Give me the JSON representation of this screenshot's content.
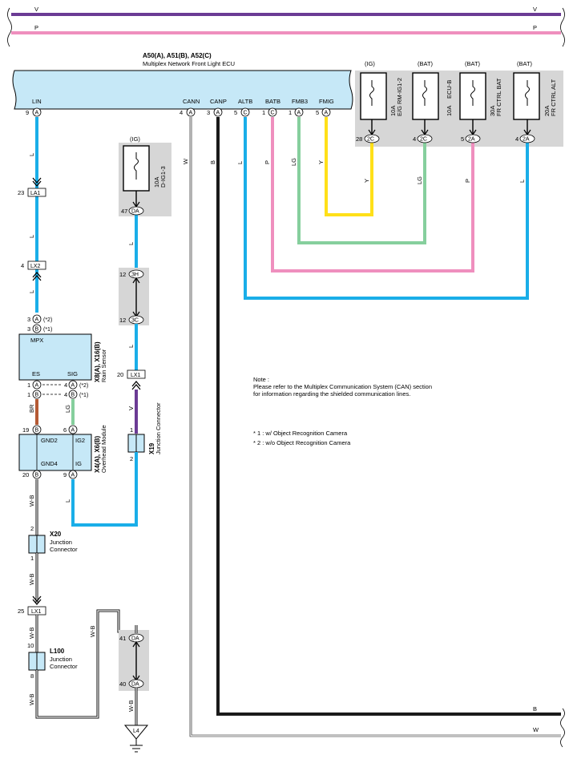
{
  "colors": {
    "violet": "#6b3b94",
    "pink": "#ef8fbe",
    "sky_blue": "#1aaee8",
    "yellow": "#ffe019",
    "light_green": "#86cf9d",
    "brown": "#b55a34",
    "black": "#1a1a1a",
    "ecu_fill": "#c6e8f7",
    "gray_box": "#d6d6d6"
  },
  "top_wires": {
    "v": "V",
    "p": "P"
  },
  "ecu": {
    "title": "A50(A), A51(B), A52(C)",
    "name": "Multiplex Network Front Light ECU",
    "pins": [
      {
        "label": "LIN",
        "num": "9",
        "conn": "A"
      },
      {
        "label": "CANN",
        "num": "4",
        "conn": "A"
      },
      {
        "label": "CANP",
        "num": "3",
        "conn": "A"
      },
      {
        "label": "ALTB",
        "num": "5",
        "conn": "C"
      },
      {
        "label": "BATB",
        "num": "1",
        "conn": "C"
      },
      {
        "label": "FMB3",
        "num": "1",
        "conn": "A"
      },
      {
        "label": "FMIG",
        "num": "5",
        "conn": "A"
      }
    ]
  },
  "fuses": [
    {
      "supply": "(IG)",
      "rating": "10A",
      "name": "E/G RM-IG1-2",
      "pin": "28",
      "conn": "2C",
      "wire": "Y"
    },
    {
      "supply": "(BAT)",
      "rating": "10A",
      "name": "ECU-B",
      "pin": "4",
      "conn": "2C",
      "wire": "LG"
    },
    {
      "supply": "(BAT)",
      "rating": "30A",
      "name": "FR CTRL BAT",
      "pin": "5",
      "conn": "2A",
      "wire": "P"
    },
    {
      "supply": "(BAT)",
      "rating": "20A",
      "name": "FR CTRL ALT",
      "pin": "4",
      "conn": "2A",
      "wire": "L"
    }
  ],
  "ecu_wires": {
    "cann": "W",
    "canp": "B",
    "altb": "L",
    "batb": "P",
    "fmb3": "LG",
    "fmig": "Y"
  },
  "lin_wire": "L",
  "la1": {
    "num": "23",
    "label": "LA1"
  },
  "lx2": {
    "num": "4",
    "label": "LX2"
  },
  "ig_fuse": {
    "supply": "(IG)",
    "rating": "10A",
    "name": "D-IG1-3",
    "pin": "47",
    "conn": "DA"
  },
  "conn_3h": {
    "num": "12",
    "label": "3H"
  },
  "conn_3c": {
    "num": "12",
    "label": "3C"
  },
  "lx1_upper": {
    "num": "20",
    "label": "LX1"
  },
  "rain_sensor": {
    "title": "X8(A), X16(B)",
    "name": "Rain Sensor",
    "mpx": "MPX",
    "es": "ES",
    "sig": "SIG",
    "top_pins": [
      {
        "num": "3",
        "conn": "A",
        "note": "(*2)"
      },
      {
        "num": "3",
        "conn": "B",
        "note": "(*1)"
      }
    ],
    "bottom_left": [
      {
        "num": "1",
        "conn": "A"
      },
      {
        "num": "1",
        "conn": "B"
      }
    ],
    "bottom_right": [
      {
        "num": "4",
        "conn": "A",
        "note": "(*2)"
      },
      {
        "num": "4",
        "conn": "B",
        "note": "(*1)"
      }
    ]
  },
  "wire_br": "BR",
  "wire_lg": "LG",
  "overhead": {
    "title": "X4(A), X6(B)",
    "name": "Overhead Module",
    "gnd2": "GND2",
    "gnd4": "GND4",
    "ig2": "IG2",
    "ig": "IG",
    "pin_gnd2": {
      "num": "19",
      "conn": "B"
    },
    "pin_ig2": {
      "num": "6",
      "conn": "A"
    },
    "pin_gnd4": {
      "num": "20",
      "conn": "B"
    },
    "pin_ig": {
      "num": "9",
      "conn": "A"
    }
  },
  "x19": {
    "title": "X19",
    "name": "Junction Connector",
    "pin1": "1",
    "pin2": "2"
  },
  "wire_v": "V",
  "wire_l": "L",
  "wire_wb": "W-B",
  "x20": {
    "title": "X20",
    "line1": "Junction",
    "line2": "Connector",
    "pin2": "2",
    "pin1": "1"
  },
  "lx1_lower": {
    "num": "25",
    "label": "LX1"
  },
  "l100": {
    "title": "L100",
    "line1": "Junction",
    "line2": "Connector",
    "pin10": "10",
    "pin8": "8"
  },
  "conn_41": {
    "num": "41",
    "label": "DA"
  },
  "conn_40": {
    "num": "40",
    "label": "DA"
  },
  "ground": "L4",
  "bottom_wires": {
    "b": "B",
    "w": "W"
  },
  "note": {
    "title": "Note :",
    "line1": "Please refer to the Multiplex Communication System (CAN) section",
    "line2": "for information regarding the shielded communication lines."
  },
  "footnotes": [
    "* 1 : w/ Object Recognition Camera",
    "* 2 : w/o Object Recognition Camera"
  ]
}
